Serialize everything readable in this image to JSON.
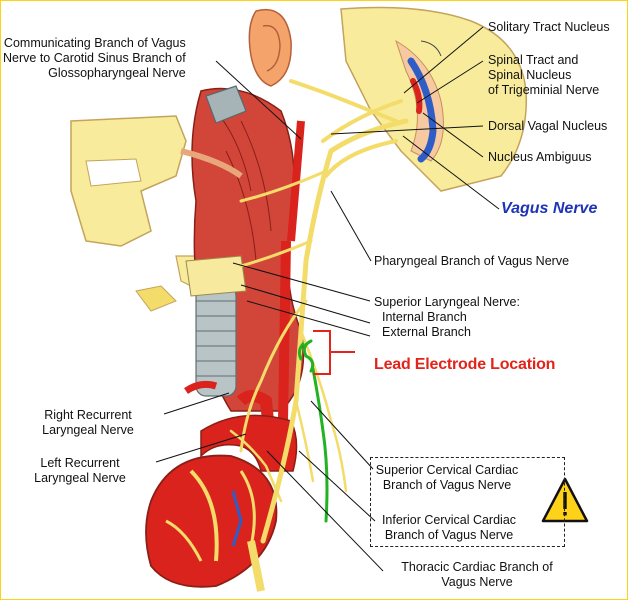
{
  "labels": {
    "communicating_branch": [
      "Communicating Branch of Vagus",
      "Nerve to Carotid Sinus Branch of",
      "Glossopharyngeal Nerve"
    ],
    "solitary_tract": "Solitary Tract Nucleus",
    "spinal_tract": [
      "Spinal Tract and",
      "Spinal Nucleus",
      "of Trigeminial Nerve"
    ],
    "dorsal_vagal": "Dorsal Vagal Nucleus",
    "nucleus_ambiguus": "Nucleus Ambiguus",
    "vagus_nerve": "Vagus Nerve",
    "pharyngeal_branch": "Pharyngeal Branch of Vagus Nerve",
    "superior_laryngeal": [
      "Superior Laryngeal Nerve:",
      "Internal Branch",
      "External Branch"
    ],
    "lead_electrode": "Lead Electrode Location",
    "right_recurrent": [
      "Right Recurrent",
      "Laryngeal Nerve"
    ],
    "left_recurrent": [
      "Left Recurrent",
      "Laryngeal Nerve"
    ],
    "superior_cervical_cardiac": [
      "Superior Cervical Cardiac",
      "Branch of Vagus Nerve"
    ],
    "inferior_cervical_cardiac": [
      "Inferior Cervical Cardiac",
      "Branch of Vagus Nerve"
    ],
    "thoracic_cardiac": [
      "Thoracic Cardiac Branch of",
      "Vagus Nerve"
    ]
  },
  "colors": {
    "frame_border": "#ffd21a",
    "vagus_label": "#1f33b8",
    "lead_label": "#e2241a",
    "lead_wire": "#22b322",
    "artery": "#d9231c",
    "nerve": "#f3dc6a",
    "bone": "#f7ea9e"
  },
  "icons": {
    "warning": "warning-triangle-icon"
  }
}
